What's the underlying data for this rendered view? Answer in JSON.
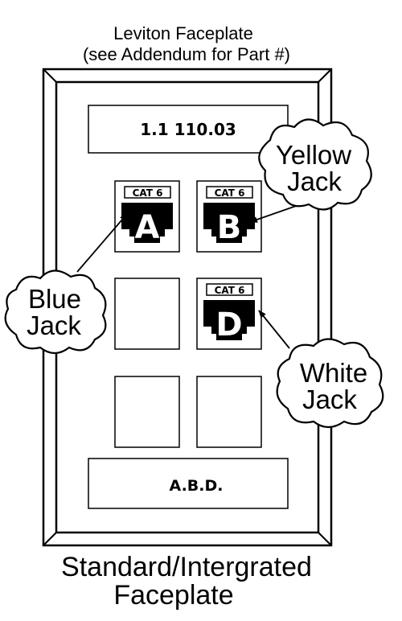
{
  "header": {
    "line1": "Leviton Faceplate",
    "line2": "(see Addendum for Part #)"
  },
  "top_label": "1.1 110.03",
  "bottom_label": "A.B.D.",
  "jacks": {
    "a": {
      "cat": "CAT 6",
      "letter": "A"
    },
    "b": {
      "cat": "CAT 6",
      "letter": "B"
    },
    "d": {
      "cat": "CAT 6",
      "letter": "D"
    }
  },
  "callouts": {
    "yellow": {
      "line1": "Yellow",
      "line2": "Jack"
    },
    "blue": {
      "line1": "Blue",
      "line2": "Jack"
    },
    "white": {
      "line1": "White",
      "line2": "Jack"
    }
  },
  "footer": {
    "line1": "Standard/Intergrated",
    "line2": "Faceplate"
  }
}
